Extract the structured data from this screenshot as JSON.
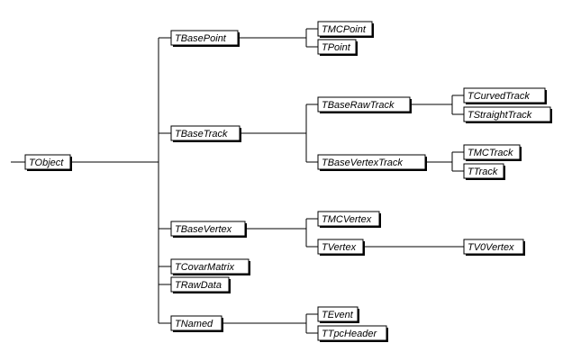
{
  "diagram": {
    "colors": {
      "line": "#000000",
      "box_fill": "#ffffff",
      "shadow": "#000000",
      "text": "#000000"
    },
    "nodes": {
      "tobject": "TObject",
      "tbasepoint": "TBasePoint",
      "tmcpoint": "TMCPoint",
      "tpoint": "TPoint",
      "tbasetrack": "TBaseTrack",
      "tbaserawtrack": "TBaseRawTrack",
      "tcurvedtrack": "TCurvedTrack",
      "tstraighttrack": "TStraightTrack",
      "tbasevertextrack": "TBaseVertexTrack",
      "tmctrack": "TMCTrack",
      "ttrack": "TTrack",
      "tbasevertex": "TBaseVertex",
      "tmcvertex": "TMCVertex",
      "tvertex": "TVertex",
      "tv0vertex": "TV0Vertex",
      "tcovarmatrix": "TCovarMatrix",
      "trawdata": "TRawData",
      "tnamed": "TNamed",
      "tevent": "TEvent",
      "ttpcheader": "TTpcHeader"
    },
    "edges": [
      [
        "tobject",
        "tbasepoint"
      ],
      [
        "tobject",
        "tbasetrack"
      ],
      [
        "tobject",
        "tbasevertex"
      ],
      [
        "tobject",
        "tcovarmatrix"
      ],
      [
        "tobject",
        "trawdata"
      ],
      [
        "tobject",
        "tnamed"
      ],
      [
        "tbasepoint",
        "tmcpoint"
      ],
      [
        "tbasepoint",
        "tpoint"
      ],
      [
        "tbasetrack",
        "tbaserawtrack"
      ],
      [
        "tbasetrack",
        "tbasevertextrack"
      ],
      [
        "tbaserawtrack",
        "tcurvedtrack"
      ],
      [
        "tbaserawtrack",
        "tstraighttrack"
      ],
      [
        "tbasevertextrack",
        "tmctrack"
      ],
      [
        "tbasevertextrack",
        "ttrack"
      ],
      [
        "tbasevertex",
        "tmcvertex"
      ],
      [
        "tbasevertex",
        "tvertex"
      ],
      [
        "tvertex",
        "tv0vertex"
      ],
      [
        "tnamed",
        "tevent"
      ],
      [
        "tnamed",
        "ttpcheader"
      ]
    ]
  }
}
